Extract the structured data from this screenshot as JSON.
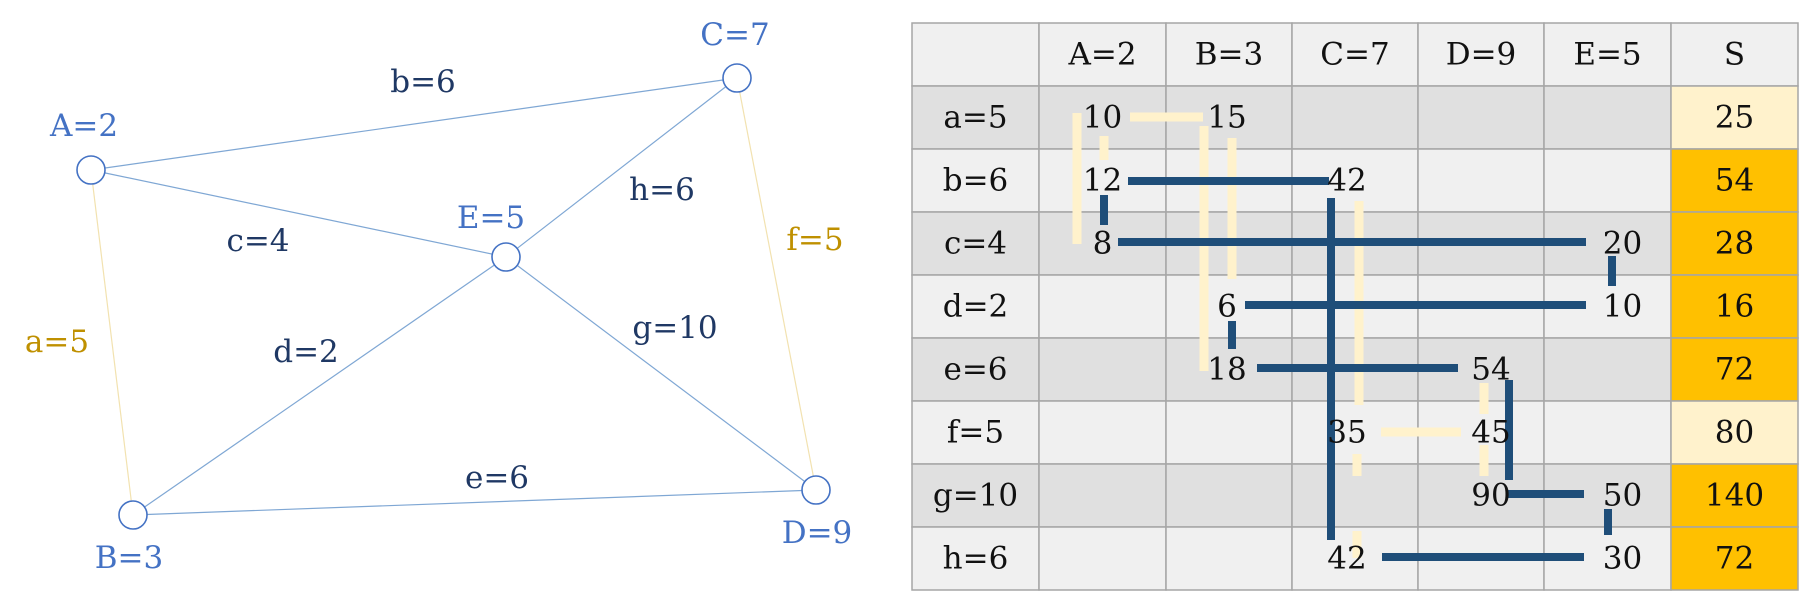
{
  "graph": {
    "nodes": [
      {
        "id": "A",
        "label": "A=2"
      },
      {
        "id": "B",
        "label": "B=3"
      },
      {
        "id": "C",
        "label": "C=7"
      },
      {
        "id": "D",
        "label": "D=9"
      },
      {
        "id": "E",
        "label": "E=5"
      }
    ],
    "edges": [
      {
        "id": "a",
        "label": "a=5",
        "from": "A",
        "to": "B",
        "highlight": true
      },
      {
        "id": "b",
        "label": "b=6",
        "from": "A",
        "to": "C",
        "highlight": false
      },
      {
        "id": "c",
        "label": "c=4",
        "from": "A",
        "to": "E",
        "highlight": false
      },
      {
        "id": "d",
        "label": "d=2",
        "from": "B",
        "to": "E",
        "highlight": false
      },
      {
        "id": "e",
        "label": "e=6",
        "from": "B",
        "to": "D",
        "highlight": false
      },
      {
        "id": "f",
        "label": "f=5",
        "from": "C",
        "to": "D",
        "highlight": true
      },
      {
        "id": "g",
        "label": "g=10",
        "from": "E",
        "to": "D",
        "highlight": false
      },
      {
        "id": "h",
        "label": "h=6",
        "from": "E",
        "to": "C",
        "highlight": false
      }
    ]
  },
  "table": {
    "col_headers": [
      "A=2",
      "B=3",
      "C=7",
      "D=9",
      "E=5"
    ],
    "sum_header": "S",
    "rows": [
      {
        "label": "a=5",
        "cells": [
          "10",
          "15",
          "",
          "",
          ""
        ],
        "sum": "25",
        "selected": false
      },
      {
        "label": "b=6",
        "cells": [
          "12",
          "",
          "42",
          "",
          ""
        ],
        "sum": "54",
        "selected": true
      },
      {
        "label": "c=4",
        "cells": [
          "8",
          "",
          "",
          "",
          "20"
        ],
        "sum": "28",
        "selected": true
      },
      {
        "label": "d=2",
        "cells": [
          "",
          "6",
          "",
          "",
          "10"
        ],
        "sum": "16",
        "selected": true
      },
      {
        "label": "e=6",
        "cells": [
          "",
          "18",
          "",
          "54",
          ""
        ],
        "sum": "72",
        "selected": true
      },
      {
        "label": "f=5",
        "cells": [
          "",
          "",
          "35",
          "45",
          ""
        ],
        "sum": "80",
        "selected": false
      },
      {
        "label": "g=10",
        "cells": [
          "",
          "",
          "",
          "90",
          "50"
        ],
        "sum": "140",
        "selected": true
      },
      {
        "label": "h=6",
        "cells": [
          "",
          "",
          "42",
          "",
          "30"
        ],
        "sum": "72",
        "selected": true
      }
    ]
  },
  "colors": {
    "node_stroke": "#4472c4",
    "node_label": "#4472c4",
    "edge_line": "#7fa7d4",
    "edge_label": "#1f3864",
    "highlight_edge_line": "#f2e2b0",
    "highlight_edge_label": "#bf9000",
    "cell_light": "#f0f0f0",
    "cell_dark": "#e0e0e0",
    "grid": "#a6a6a6",
    "sum_selected": "#ffc000",
    "sum_unselected": "#fff2cc",
    "connector_dark": "#1f4e79",
    "connector_light": "#fff2cc",
    "text": "#111111"
  }
}
